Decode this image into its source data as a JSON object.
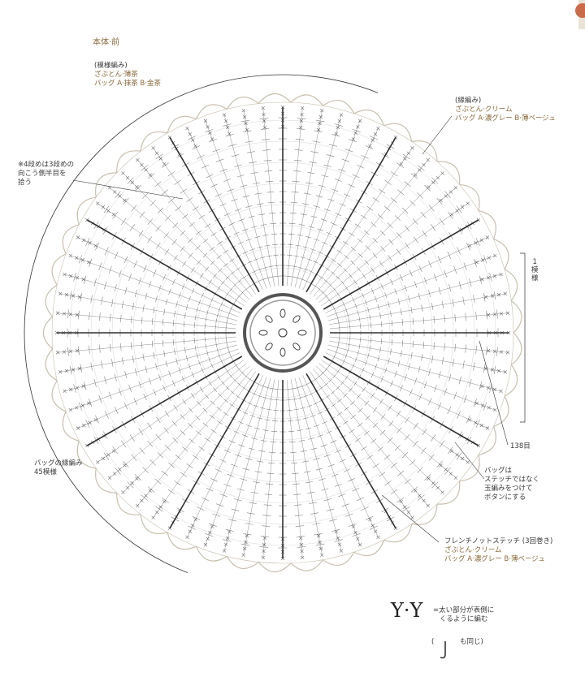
{
  "title": "本体·前",
  "pattern_label": {
    "heading": "(模様編み)",
    "line1": "ざぶとん·薄茶",
    "line2": "バッグ A·抹茶 B·金茶"
  },
  "edge_label": {
    "heading": "(縁編み)",
    "line1": "ざぶとん·クリーム",
    "line2": "バッグ A·濃グレー B·薄ベージュ"
  },
  "note_row4": {
    "line1": "※4段めは3段めの",
    "line2": "向こう側半目を",
    "line3": "拾う"
  },
  "one_repeat": {
    "line1": "1",
    "line2": "模",
    "line3": "様"
  },
  "stitch_count": "138目",
  "bag_edge": {
    "line1": "バッグの縁編み",
    "line2": "45模様"
  },
  "bag_note": {
    "line1": "バッグは",
    "line2": "ステッチではなく",
    "line3": "玉編みをつけて",
    "line4": "ボタンにする"
  },
  "french_knot": {
    "heading": "フレンチノットステッチ (3回巻き)",
    "line1": "ざぶとん·クリーム",
    "line2": "バッグ A·濃グレー B·薄ベージュ"
  },
  "legend": {
    "symbol": "Y·Y",
    "line1": "=太い部分が表側に",
    "line2": "くるように編む",
    "same_prefix": "(",
    "same_suffix": "も同じ)"
  },
  "colors": {
    "ink": "#333333",
    "label_accent": "#8a6a3c",
    "edge_scallop": "#c9bfae",
    "thick_stitch": "#1a1a1a"
  },
  "icons": [
    "crochet-chart-diagram",
    "center-ring-icon",
    "stitch-symbol-icon"
  ]
}
